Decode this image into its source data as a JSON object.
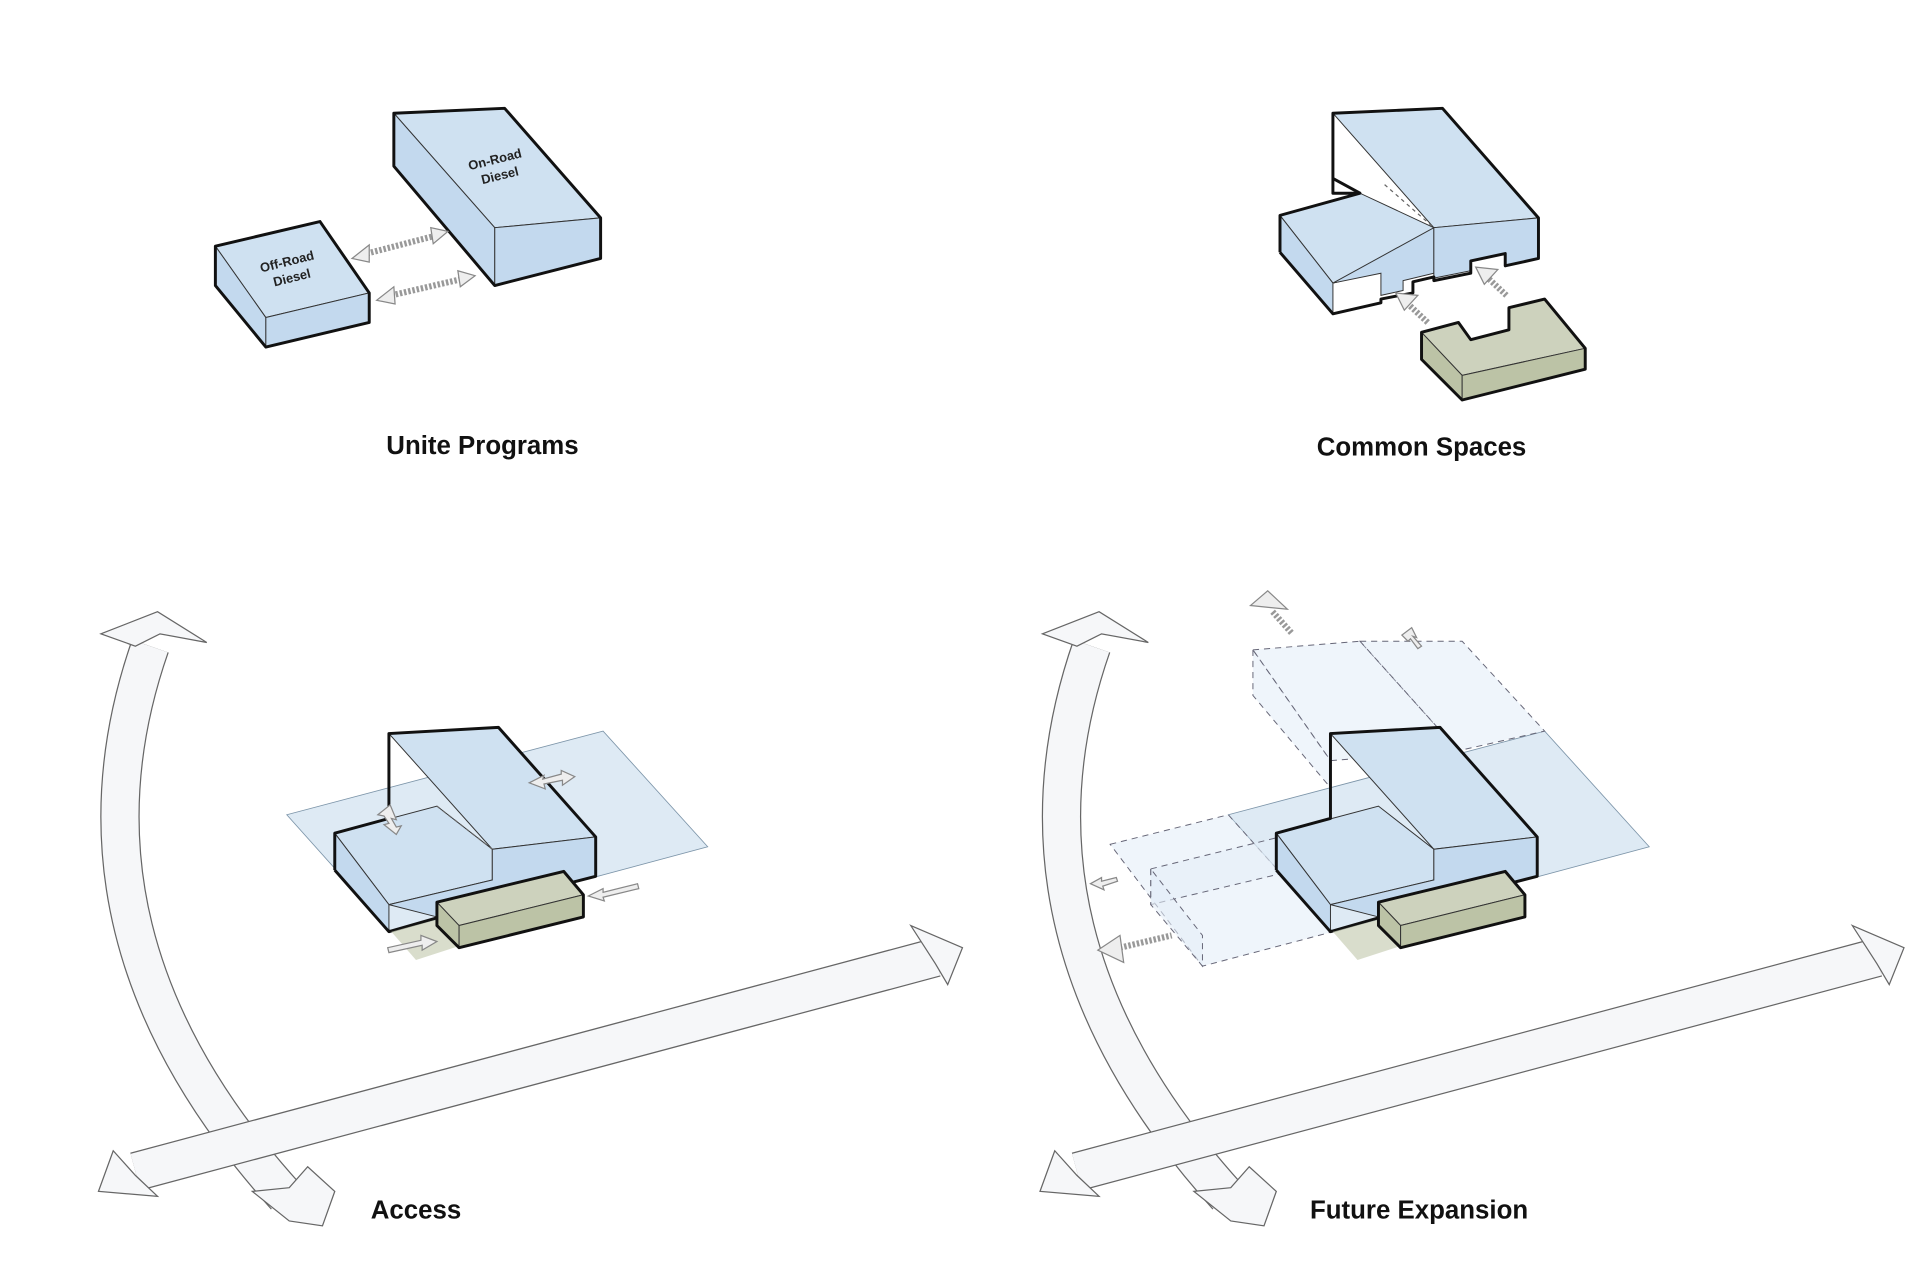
{
  "panels": [
    {
      "title": "Unite Programs",
      "labels": {
        "off_road_line1": "Off-Road",
        "off_road_line2": "Diesel",
        "on_road_line1": "On-Road",
        "on_road_line2": "Diesel"
      }
    },
    {
      "title": "Common Spaces"
    },
    {
      "title": "Access"
    },
    {
      "title": "Future Expansion"
    }
  ],
  "colors": {
    "building_blue": "#cfe1f1",
    "common_green": "#cdd2bd",
    "road_white": "#f6f7f9"
  }
}
